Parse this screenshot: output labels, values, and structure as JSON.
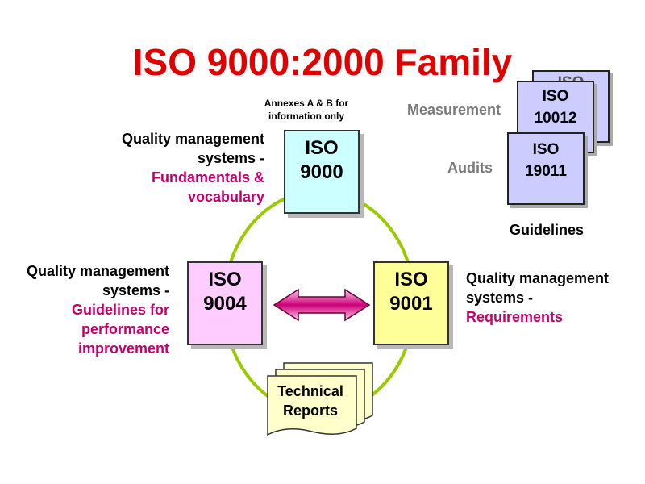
{
  "title": "ISO 9000:2000 Family",
  "iso9000": {
    "line1": "ISO",
    "line2": "9000",
    "note": "Annexes A & B for information only"
  },
  "iso9004": {
    "line1": "ISO",
    "line2": "9004"
  },
  "iso9001": {
    "line1": "ISO",
    "line2": "9001"
  },
  "labels": {
    "iso9000": {
      "l1": "Quality management",
      "l2": "systems -",
      "a1": "Fundamentals &",
      "a2": "vocabulary"
    },
    "iso9004": {
      "l1": "Quality management",
      "l2": "systems -",
      "a1": "Guidelines for",
      "a2": "performance",
      "a3": "improvement"
    },
    "iso9001": {
      "l1": "Quality management",
      "l2": "systems -",
      "a1": "Requirements"
    }
  },
  "guidelines": {
    "label": "Guidelines",
    "measurement": {
      "label": "Measurement",
      "line1": "ISO",
      "line2": "10012"
    },
    "audits": {
      "label": "Audits",
      "line1": "ISO",
      "line2": "19011"
    },
    "back": {
      "line1": "ISO"
    }
  },
  "technical_reports": {
    "line1": "Technical",
    "line2": "Reports"
  },
  "colors": {
    "title": "#e00000",
    "accent": "#c4006a",
    "ring": "#99cc00",
    "iso9000_fill": "#ccffff",
    "iso9004_fill": "#ffccff",
    "iso9001_fill": "#ffff99",
    "guideline_fill": "#ccccff",
    "reports_fill": "#ffffcc"
  }
}
